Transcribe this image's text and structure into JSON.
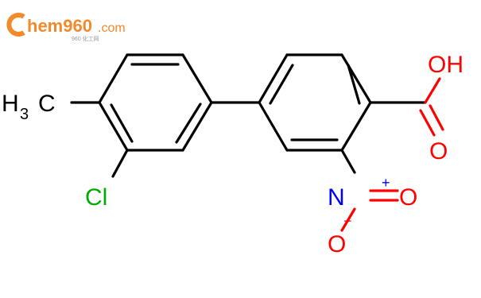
{
  "watermark": {
    "brand": "hem960",
    "suffix": ".com",
    "tagline": "960 化工网",
    "logo_color": "#f08a2a"
  },
  "molecule": {
    "labels": {
      "methyl_h": "H",
      "methyl_sub": "3",
      "methyl_c": "C",
      "chlorine": "Cl",
      "hydroxyl": "OH",
      "carbonyl_o": "O",
      "nitro_n": "N",
      "nitro_o1": "O",
      "nitro_o2": "O",
      "plus": "+",
      "minus": "−"
    },
    "colors": {
      "carbon_bonds": "#000000",
      "oxygen": "#ff0000",
      "nitrogen": "#0000ff",
      "chlorine": "#00aa00"
    }
  }
}
